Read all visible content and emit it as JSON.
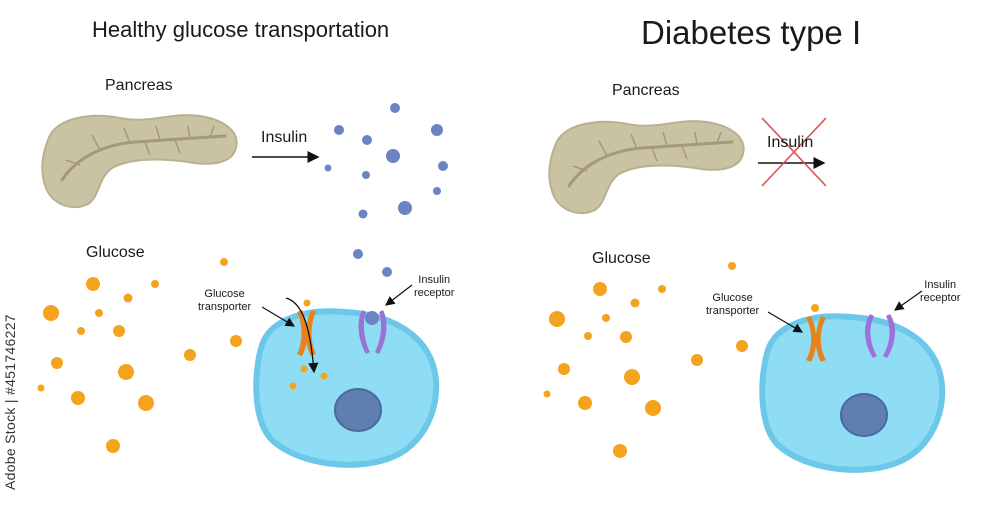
{
  "left_panel": {
    "title": "Healthy glucose transportation",
    "pancreas_label": "Pancreas",
    "insulin_label": "Insulin",
    "glucose_label": "Glucose",
    "transporter_label": [
      "Glucose",
      "transporter"
    ],
    "receptor_label": [
      "Insulin",
      "receptor"
    ]
  },
  "right_panel": {
    "title": "Diabetes type I",
    "pancreas_label": "Pancreas",
    "insulin_label": "Insulin",
    "glucose_label": "Glucose",
    "transporter_label": [
      "Glucose",
      "transporter"
    ],
    "receptor_label": [
      "Insulin",
      "receptor"
    ]
  },
  "watermark": "Adobe Stock | #451746227",
  "colors": {
    "glucose": "#f5a31c",
    "insulin": "#6a84c4",
    "cell": "#8fdcf5",
    "cell_border": "#6cc8e8",
    "nucleus": "#5f7fb0",
    "pancreas": "#c9c2a3",
    "transporter": "#e8821c",
    "receptor": "#9a72d8",
    "cross": "#d9534f"
  }
}
